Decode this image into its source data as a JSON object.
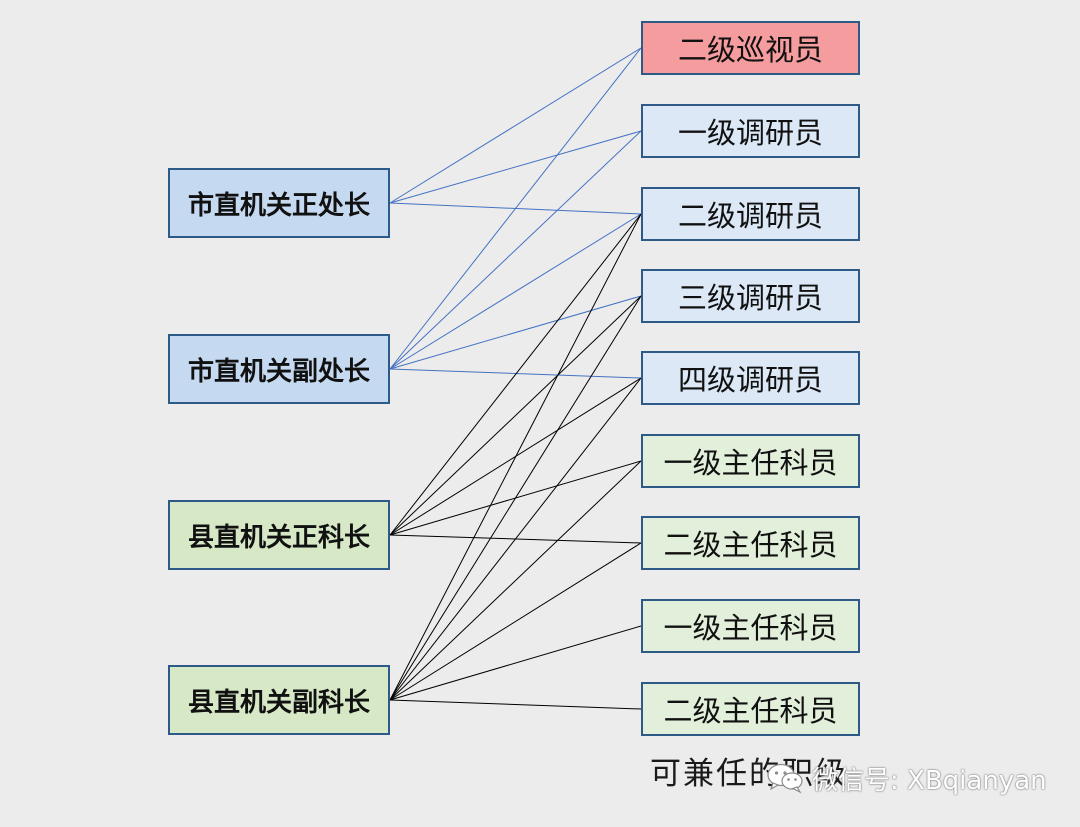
{
  "left_nodes": [
    {
      "label": "市直机关正处长",
      "color": "#c5d9f1"
    },
    {
      "label": "市直机关副处长",
      "color": "#c5d9f1"
    },
    {
      "label": "县直机关正科长",
      "color": "#d6e8c6"
    },
    {
      "label": "县直机关副科长",
      "color": "#d6e8c6"
    }
  ],
  "right_nodes": [
    {
      "label": "二级巡视员",
      "color": "#f59c9f"
    },
    {
      "label": "一级调研员",
      "color": "#dce8f6"
    },
    {
      "label": "二级调研员",
      "color": "#dce8f6"
    },
    {
      "label": "三级调研员",
      "color": "#dce8f6"
    },
    {
      "label": "四级调研员",
      "color": "#dce8f6"
    },
    {
      "label": "一级主任科员",
      "color": "#e2efda"
    },
    {
      "label": "二级主任科员",
      "color": "#e2efda"
    },
    {
      "label": "一级主任科员",
      "color": "#e2efda"
    },
    {
      "label": "二级主任科员",
      "color": "#e2efda"
    }
  ],
  "connections": [
    {
      "from": 0,
      "to": 0,
      "color": "#4472c4"
    },
    {
      "from": 0,
      "to": 1,
      "color": "#4472c4"
    },
    {
      "from": 0,
      "to": 2,
      "color": "#4472c4"
    },
    {
      "from": 1,
      "to": 0,
      "color": "#4472c4"
    },
    {
      "from": 1,
      "to": 1,
      "color": "#4472c4"
    },
    {
      "from": 1,
      "to": 2,
      "color": "#4472c4"
    },
    {
      "from": 1,
      "to": 3,
      "color": "#4472c4"
    },
    {
      "from": 1,
      "to": 4,
      "color": "#4472c4"
    },
    {
      "from": 2,
      "to": 2,
      "color": "#000000"
    },
    {
      "from": 2,
      "to": 3,
      "color": "#000000"
    },
    {
      "from": 2,
      "to": 4,
      "color": "#000000"
    },
    {
      "from": 2,
      "to": 5,
      "color": "#000000"
    },
    {
      "from": 2,
      "to": 6,
      "color": "#000000"
    },
    {
      "from": 3,
      "to": 2,
      "color": "#000000"
    },
    {
      "from": 3,
      "to": 3,
      "color": "#000000"
    },
    {
      "from": 3,
      "to": 4,
      "color": "#000000"
    },
    {
      "from": 3,
      "to": 5,
      "color": "#000000"
    },
    {
      "from": 3,
      "to": 6,
      "color": "#000000"
    },
    {
      "from": 3,
      "to": 7,
      "color": "#000000"
    },
    {
      "from": 3,
      "to": 8,
      "color": "#000000"
    }
  ],
  "caption": "可兼任的职级",
  "watermark": {
    "icon": "wechat-icon",
    "text": "微信号: XBqianyan"
  }
}
